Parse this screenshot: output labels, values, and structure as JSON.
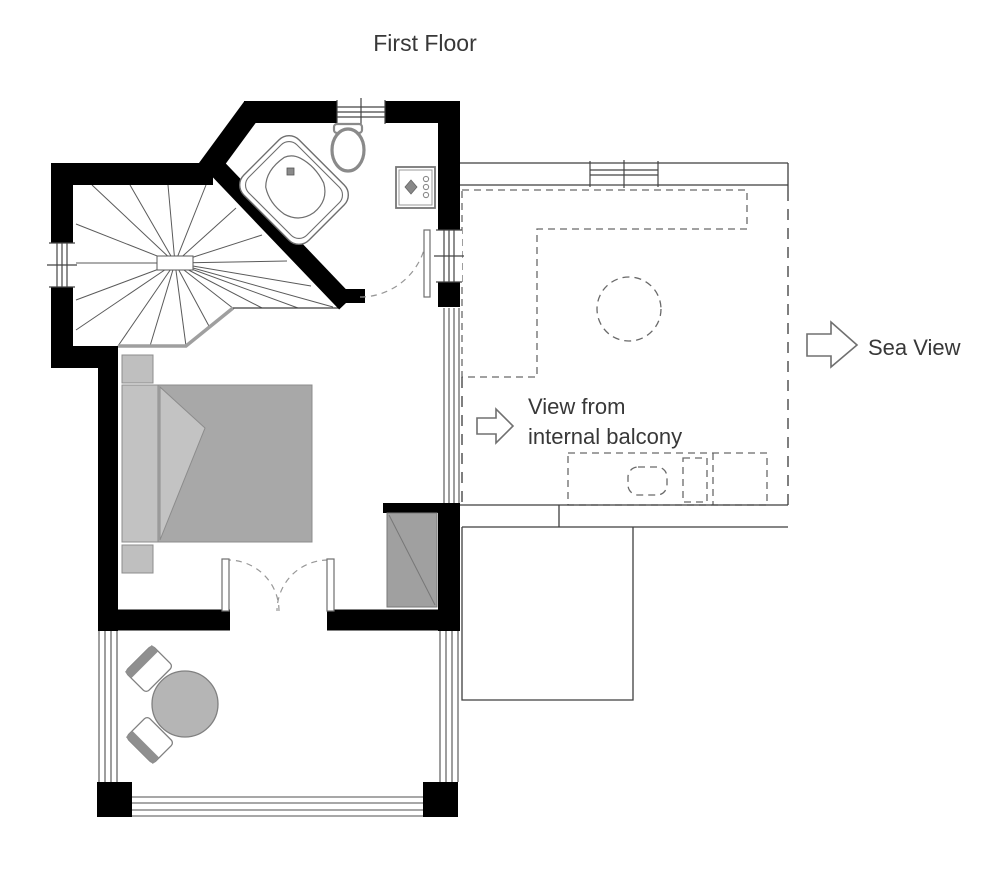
{
  "title": "First Floor",
  "labels": {
    "sea_view": "Sea View",
    "view_from_line1": "View from",
    "view_from_line2": "internal balcony"
  },
  "icons": {
    "sea_view_arrow": "right-arrow-icon",
    "balcony_view_arrow": "right-arrow-icon"
  },
  "colors": {
    "wall": "#000000",
    "thin_line": "#3f3f3f",
    "dashed_line": "#696969",
    "text": "#383838",
    "bed_mattress": "#a8a8a8",
    "bed_fold": "#c3c3c3",
    "headboard": "#c2c2c2",
    "nightstand": "#bfbfbf",
    "wardrobe": "#a0a0a0",
    "table": "#b5b5b5",
    "chair_back": "#8f8f8f"
  }
}
